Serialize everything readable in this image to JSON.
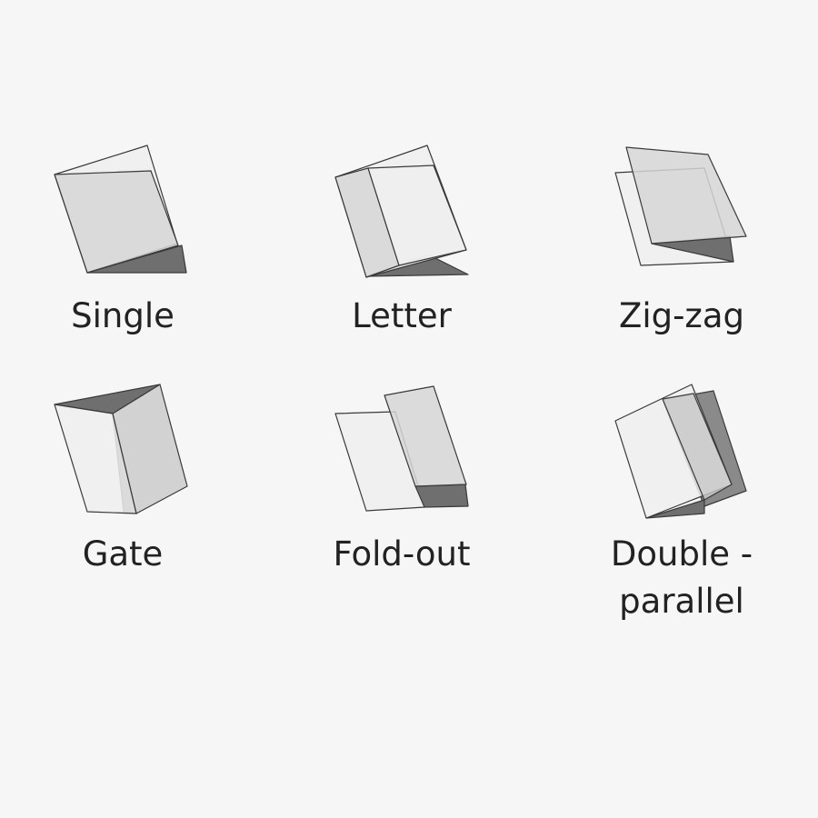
{
  "folds": [
    {
      "key": "single",
      "label_lines": [
        "Single"
      ],
      "icon": "single-fold-icon"
    },
    {
      "key": "letter",
      "label_lines": [
        "Letter"
      ],
      "icon": "letter-fold-icon"
    },
    {
      "key": "zigzag",
      "label_lines": [
        "Zig-zag"
      ],
      "icon": "zigzag-fold-icon"
    },
    {
      "key": "gate",
      "label_lines": [
        "Gate"
      ],
      "icon": "gate-fold-icon"
    },
    {
      "key": "foldout",
      "label_lines": [
        "Fold-out"
      ],
      "icon": "foldout-fold-icon"
    },
    {
      "key": "double",
      "label_lines": [
        "Double -",
        "parallel"
      ],
      "icon": "double-parallel-fold-icon"
    }
  ],
  "colors": {
    "background": "#f6f6f6",
    "text": "#222222",
    "paper_light": "#efefef",
    "paper_mid": "#d6d6d6",
    "paper_dark": "#8a8a8a",
    "outline": "#3a3a3a"
  }
}
